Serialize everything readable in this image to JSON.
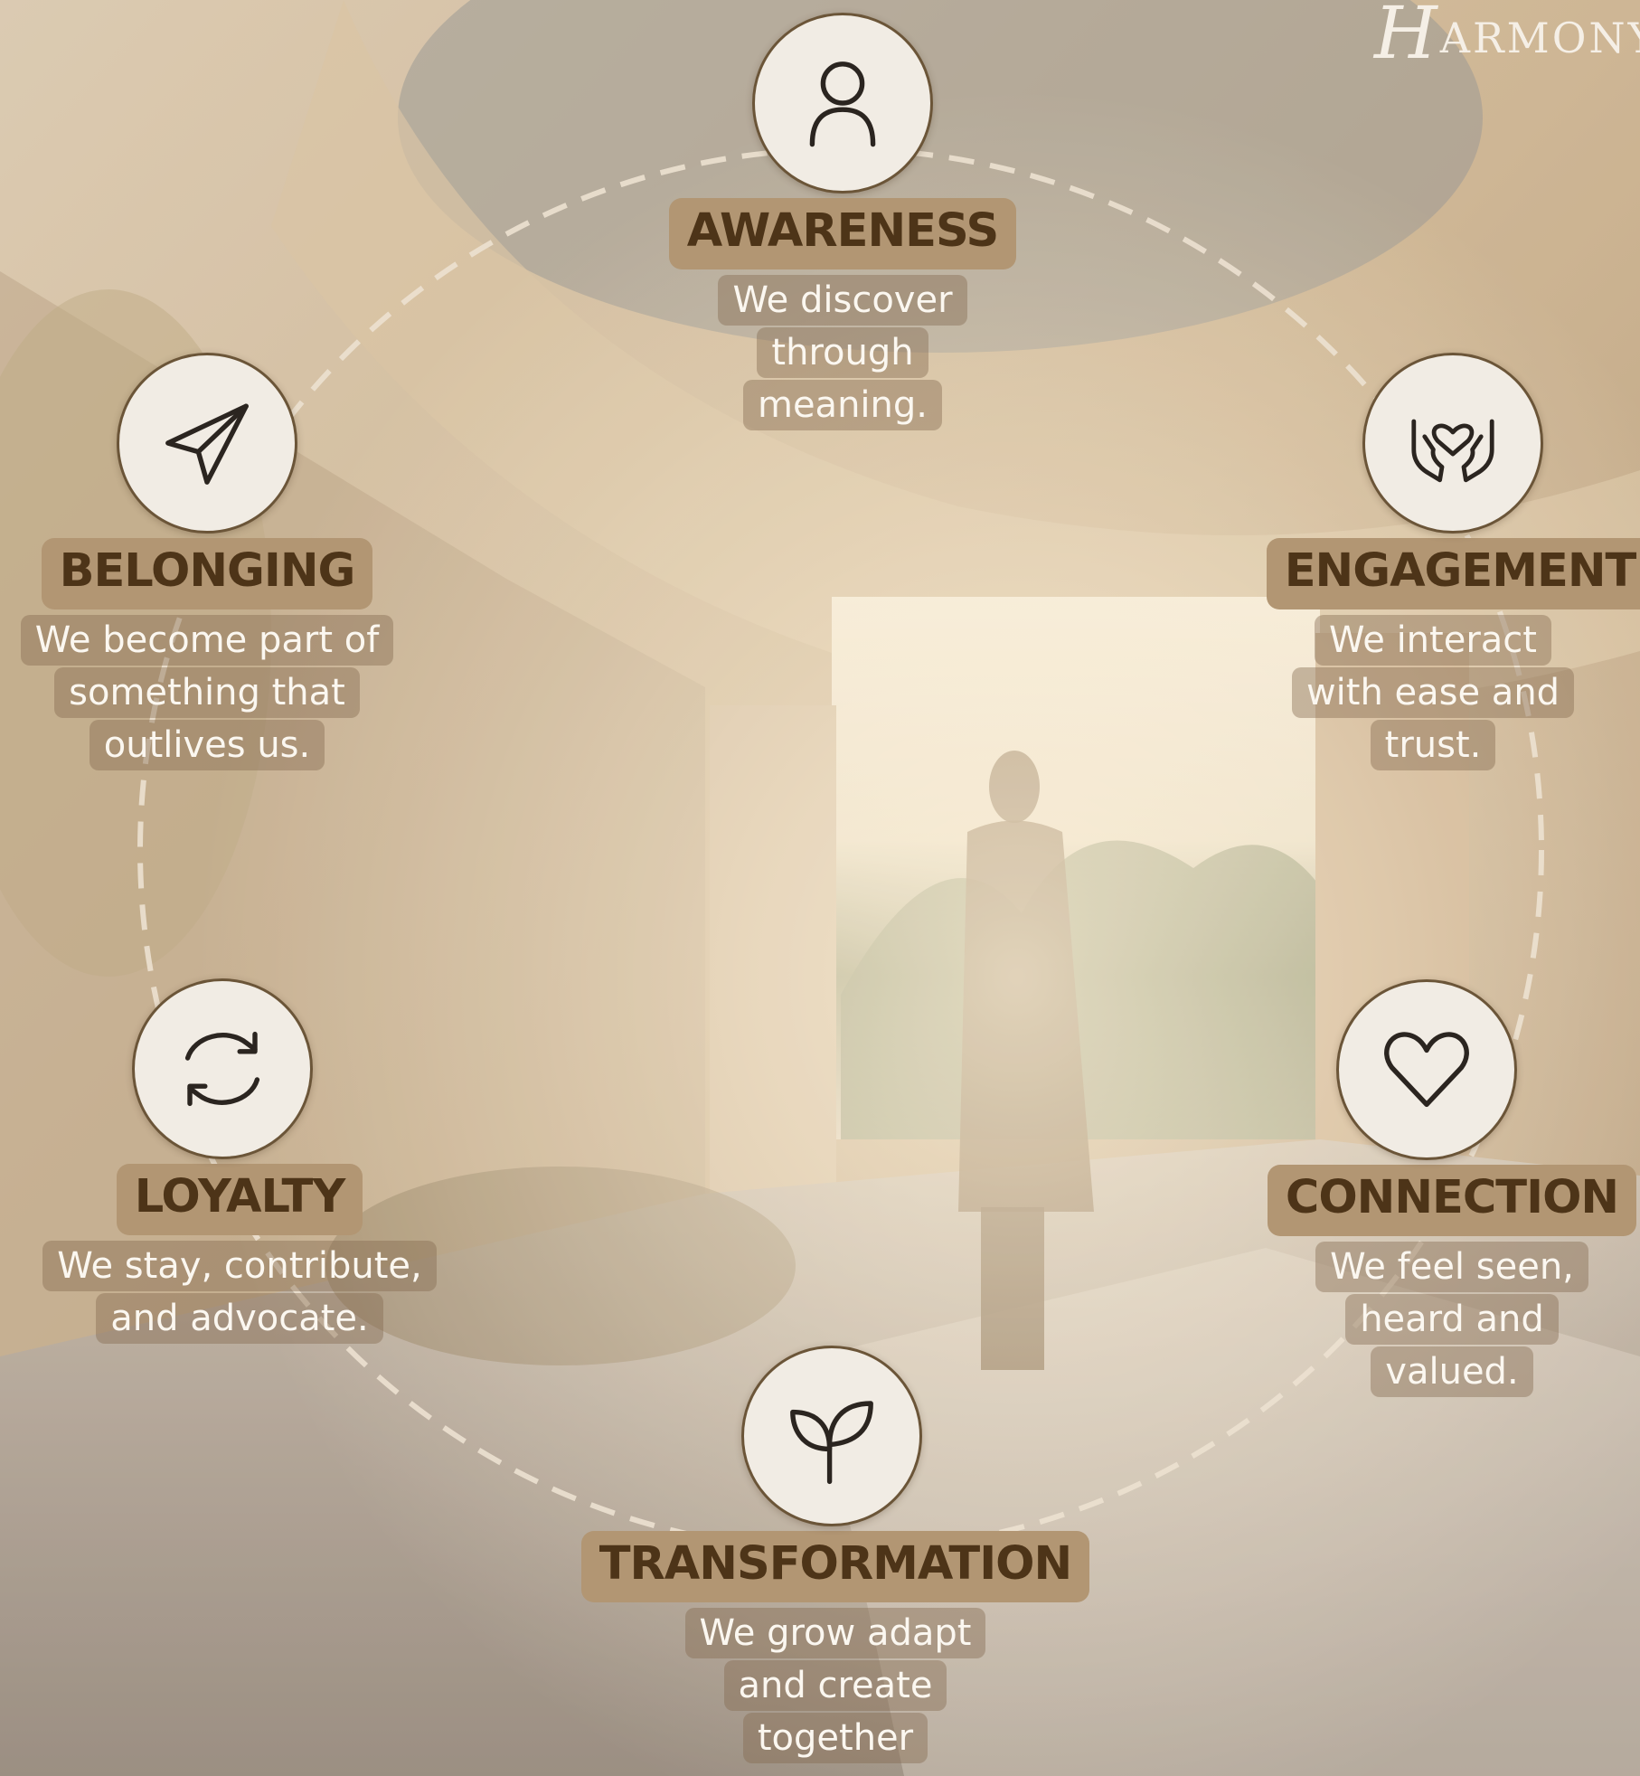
{
  "brand": {
    "logo_text": "HARMONY"
  },
  "stages": [
    {
      "id": "awareness",
      "title": "AWARENESS",
      "icon": "person-icon",
      "description": [
        "We discover",
        "through",
        "meaning."
      ]
    },
    {
      "id": "engagement",
      "title": "ENGAGEMENT",
      "icon": "hands-heart-icon",
      "description": [
        "We interact",
        "with ease and",
        "trust."
      ]
    },
    {
      "id": "connection",
      "title": "CONNECTION",
      "icon": "heart-icon",
      "description": [
        "We feel seen,",
        "heard and",
        "valued."
      ]
    },
    {
      "id": "transformation",
      "title": "TRANSFORMATION",
      "icon": "sprout-icon",
      "description": [
        "We grow adapt",
        "and create",
        "together"
      ]
    },
    {
      "id": "loyalty",
      "title": "LOYALTY",
      "icon": "refresh-cycle-icon",
      "description": [
        "We stay, contribute,",
        "and advocate."
      ]
    },
    {
      "id": "belonging",
      "title": "BELONGING",
      "icon": "paper-plane-icon",
      "description": [
        "We become part of",
        "something that",
        "outlives us."
      ]
    }
  ]
}
